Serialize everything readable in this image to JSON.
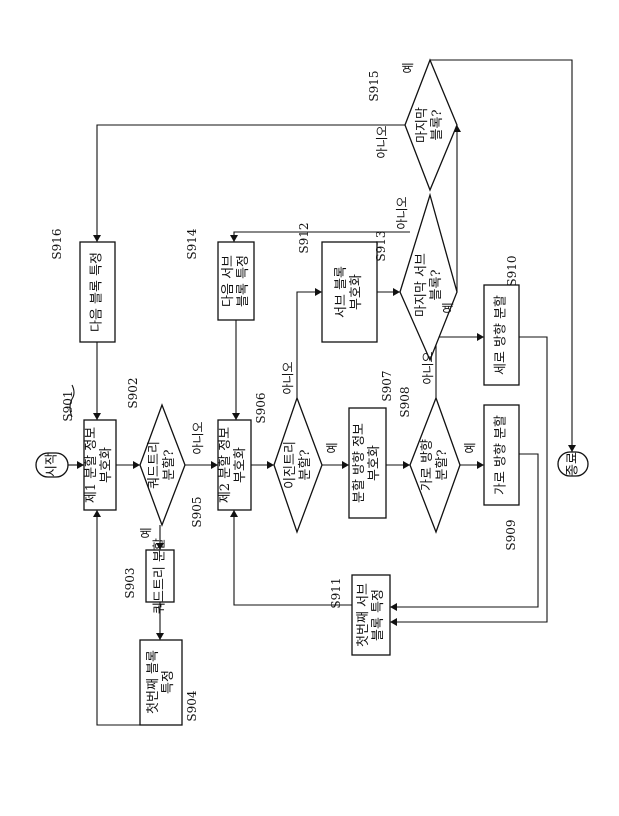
{
  "flow": {
    "start": "시작",
    "end": "종료",
    "S901": {
      "id": "S901",
      "l1": "제1 분할 정보",
      "l2": "부호화"
    },
    "S902": {
      "id": "S902",
      "l1": "쿼드트리",
      "l2": "분할?"
    },
    "S903": {
      "id": "S903",
      "l1": "쿼드트리 분할"
    },
    "S904": {
      "id": "S904",
      "l1": "첫번째 블록",
      "l2": "특정"
    },
    "S905": {
      "id": "S905",
      "l1": "제2 분할 정보",
      "l2": "부호화"
    },
    "S906": {
      "id": "S906",
      "l1": "이진트리",
      "l2": "분할?"
    },
    "S907": {
      "id": "S907",
      "l1": "분할 방향 정보",
      "l2": "부호화"
    },
    "S908": {
      "id": "S908",
      "l1": "가로 방향",
      "l2": "분할?"
    },
    "S909": {
      "id": "S909",
      "l1": "가로 방향 분할"
    },
    "S910": {
      "id": "S910",
      "l1": "세로 방향 분할"
    },
    "S911": {
      "id": "S911",
      "l1": "첫번째 서브",
      "l2": "블록 특정"
    },
    "S912": {
      "id": "S912",
      "l1": "서브 블록",
      "l2": "부호화"
    },
    "S913": {
      "id": "S913",
      "l1": "마지막 서브",
      "l2": "블록?"
    },
    "S914": {
      "id": "S914",
      "l1": "다음 서브",
      "l2": "블록 특정"
    },
    "S915": {
      "id": "S915",
      "l1": "마지막",
      "l2": "블록?"
    },
    "S916": {
      "id": "S916",
      "l1": "다음 블록 특정"
    },
    "yes": "예",
    "no": "아니오"
  }
}
